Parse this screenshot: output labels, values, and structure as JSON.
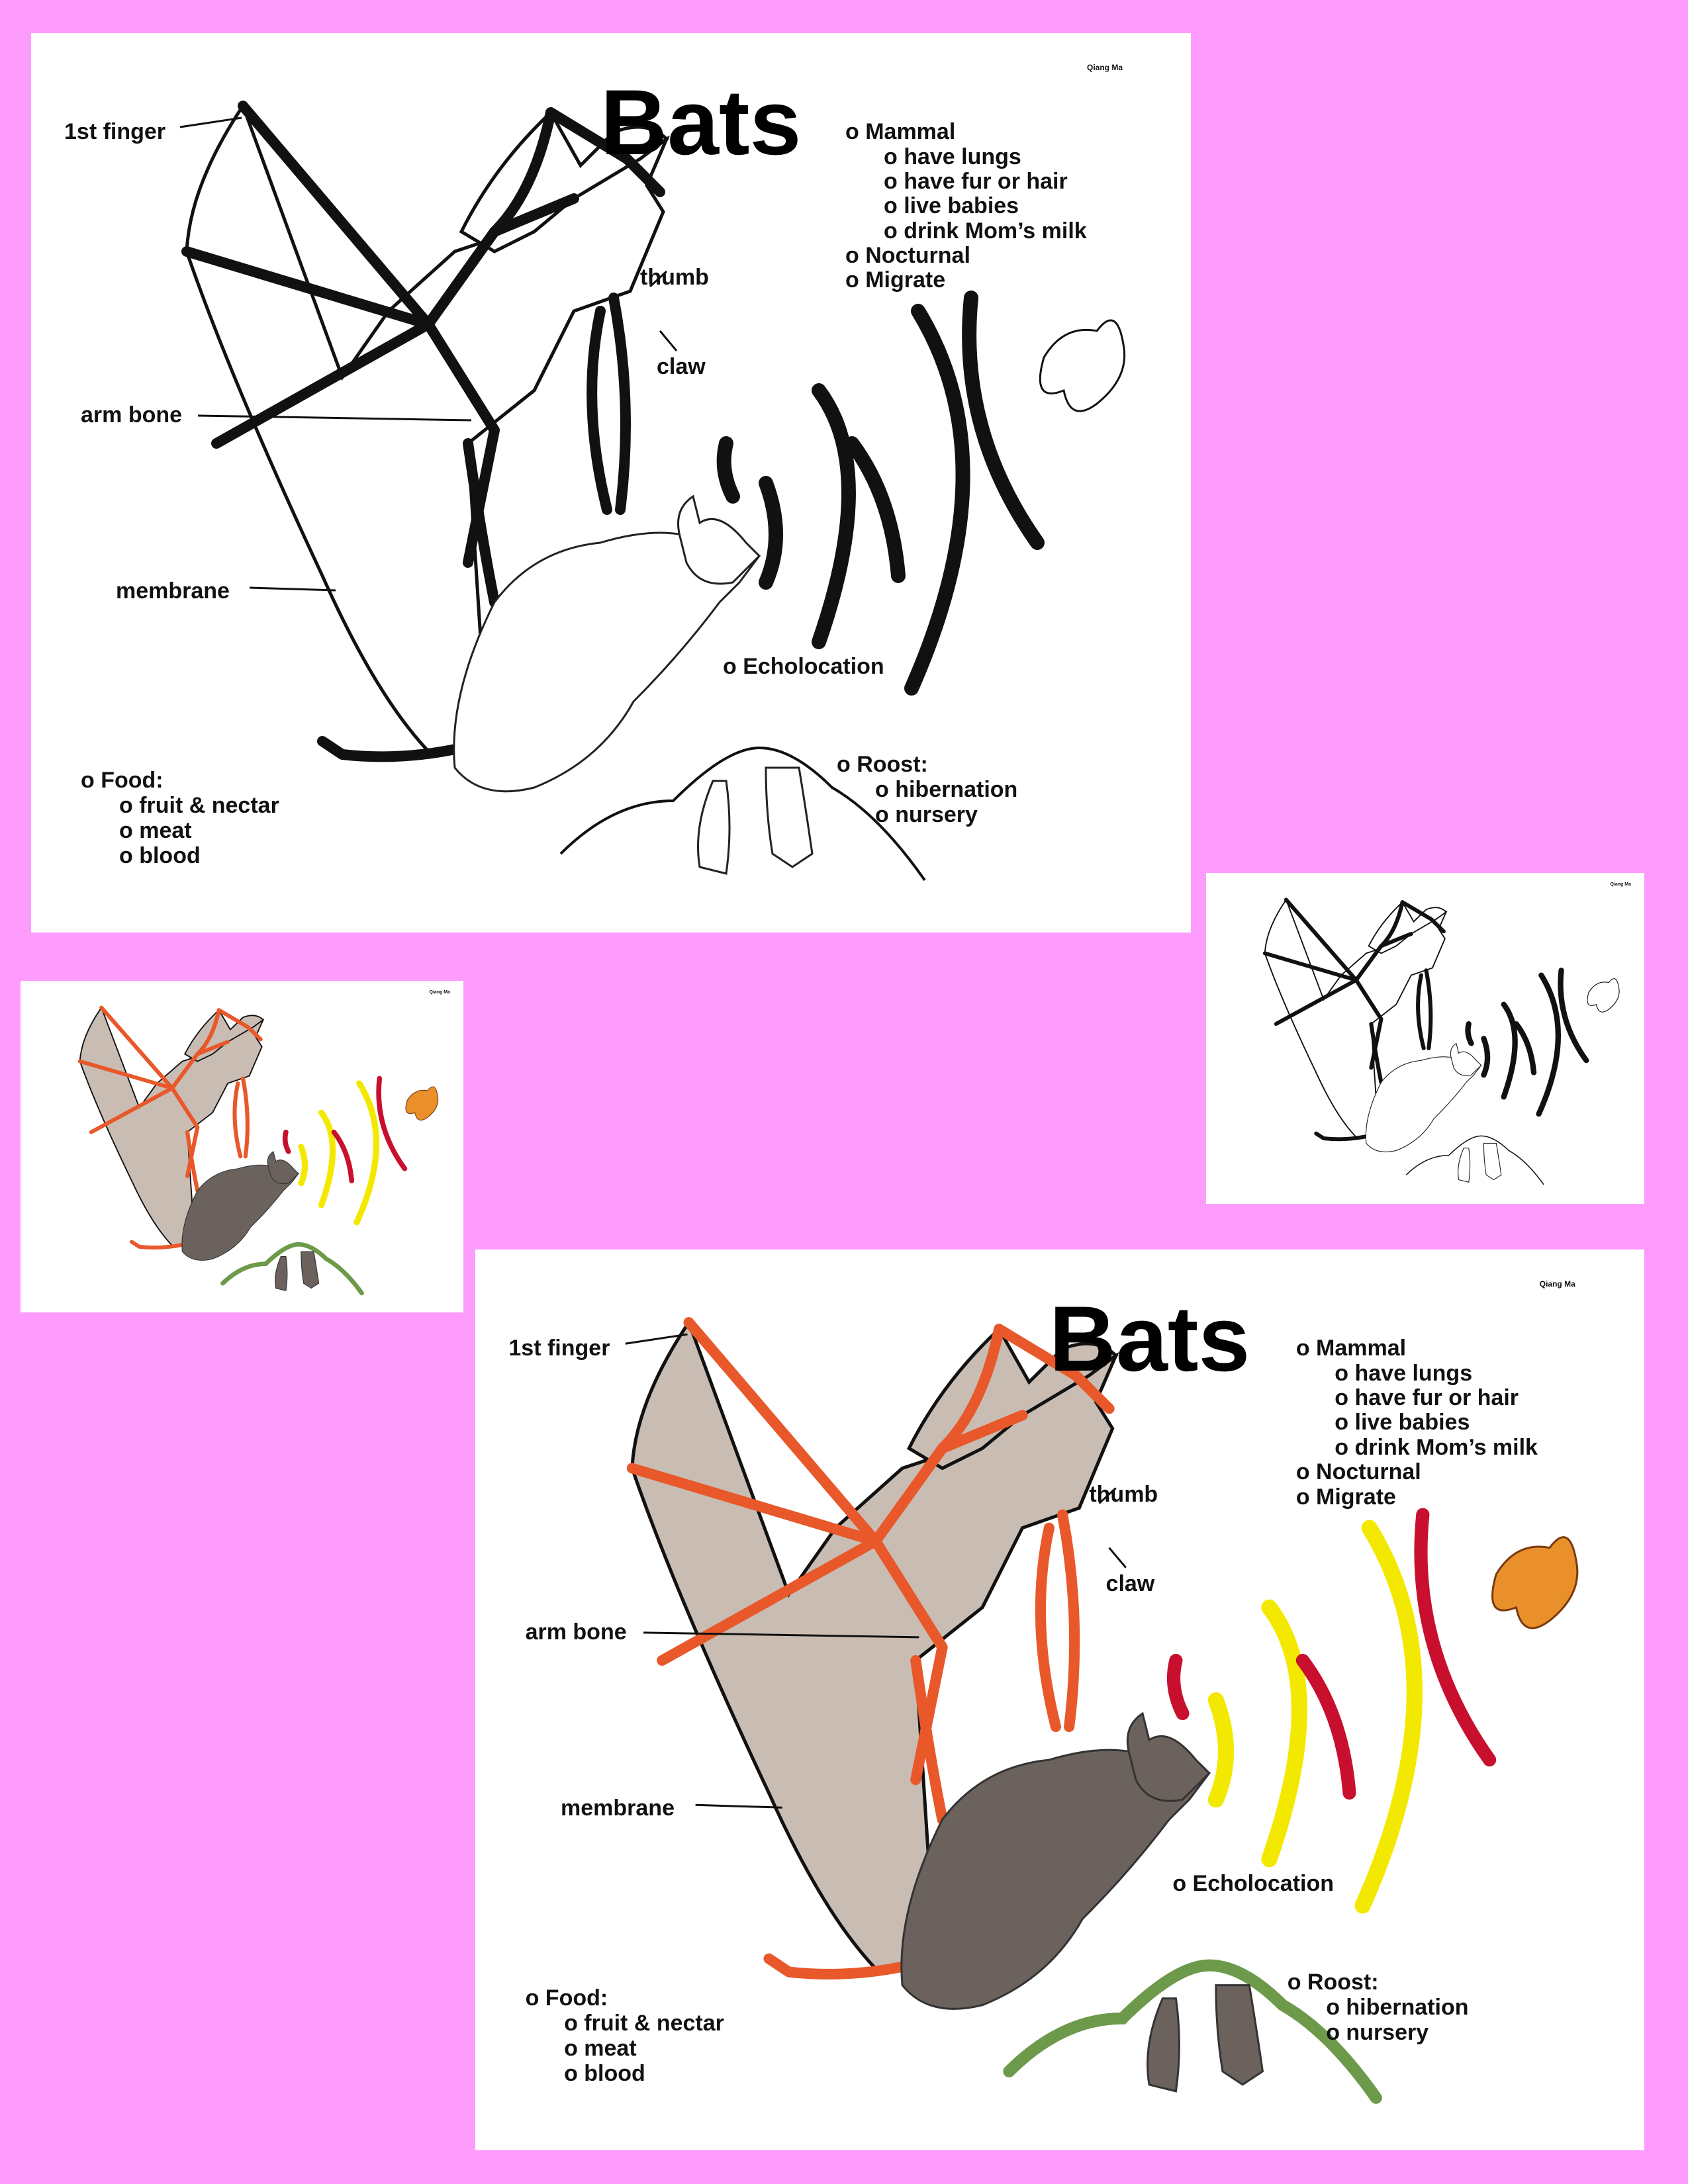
{
  "sheet": {
    "title": "Bats",
    "author": "Qiang Ma",
    "labels": {
      "first_finger": "1st finger",
      "thumb": "thumb",
      "claw": "claw",
      "arm_bone": "arm bone",
      "membrane": "membrane",
      "echolocation": "o Echolocation"
    },
    "facts": [
      "o Mammal",
      "o have lungs",
      "o have fur or hair",
      "o live babies",
      "o drink Mom’s milk",
      "o Nocturnal",
      "o Migrate"
    ],
    "food": [
      "o Food:",
      "o fruit & nectar",
      "o meat",
      "o blood"
    ],
    "roost": [
      "o Roost:",
      "o hibernation",
      "o nursery"
    ]
  },
  "colors": {
    "background": "#fd9cfc",
    "paper": "#ffffff",
    "outline": "#111111",
    "bone": "#e8582a",
    "membrane": "#c9bdb3",
    "fur": "#6b625d",
    "wave_yellow": "#f3e900",
    "wave_red": "#c8102e",
    "moth": "#e9902a",
    "moss": "#6c9a4a"
  },
  "sheets": [
    {
      "id": "sheet-outline-large",
      "style": "outline"
    },
    {
      "id": "sheet-color-small",
      "style": "color"
    },
    {
      "id": "sheet-outline-small",
      "style": "outline"
    },
    {
      "id": "sheet-color-large",
      "style": "color"
    }
  ]
}
